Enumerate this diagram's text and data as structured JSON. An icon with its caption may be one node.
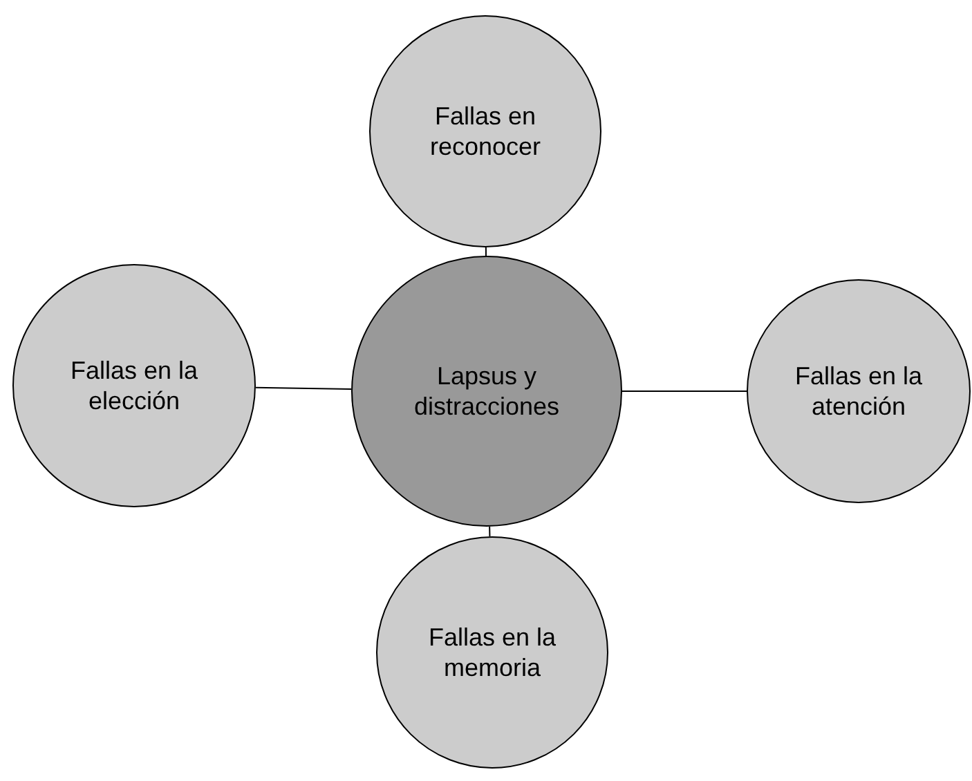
{
  "diagram": {
    "nodes": [
      {
        "text": [
          "Lapsus y distracciones"
        ]
      },
      {
        "text": [
          "Fallas en reconocer"
        ]
      },
      {
        "text": [
          "Fallas en la elección"
        ]
      },
      {
        "text": [
          "Fallas en la atención"
        ]
      },
      {
        "text": [
          "Fallas en la memoria"
        ]
      }
    ],
    "edges": [
      {
        "from": 0,
        "to": 1,
        "arrow": "none"
      },
      {
        "from": 0,
        "to": 2,
        "arrow": "none"
      },
      {
        "from": 0,
        "to": 3,
        "arrow": "none"
      },
      {
        "from": 0,
        "to": 4,
        "arrow": "none"
      }
    ]
  }
}
